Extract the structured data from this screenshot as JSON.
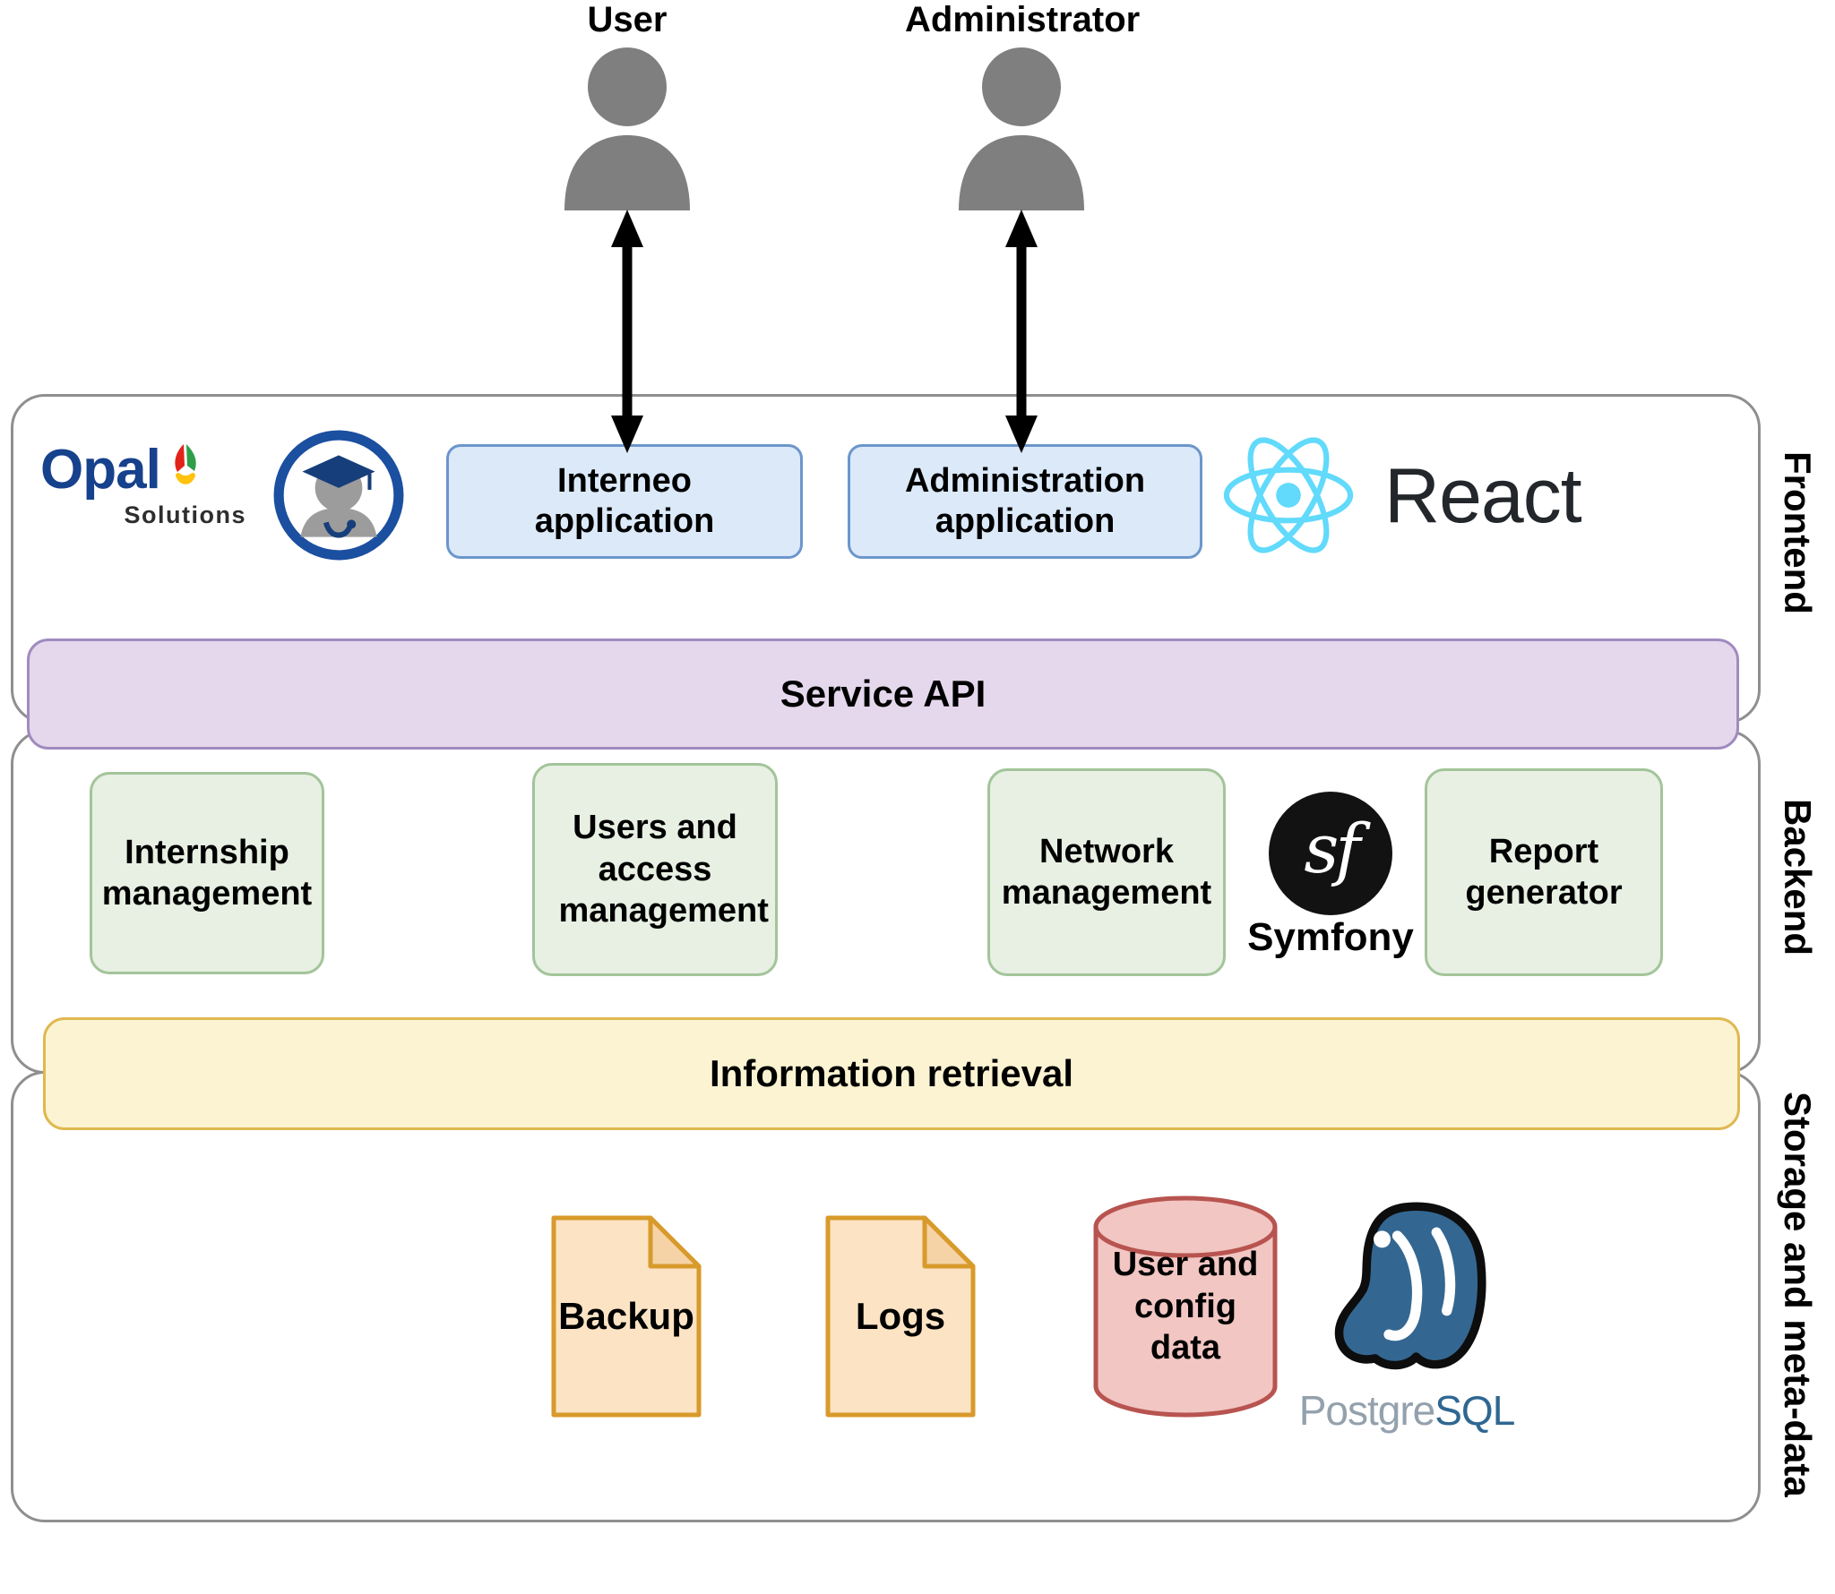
{
  "actors": [
    {
      "label": "User"
    },
    {
      "label": "Administrator"
    }
  ],
  "frontend": {
    "layer_label": "Frontend",
    "opal_logo": {
      "name": "Opal",
      "subtitle": "Solutions"
    },
    "apps": [
      {
        "label": "Interneo application"
      },
      {
        "label": "Administration application"
      }
    ],
    "react_logo": {
      "label": "React"
    }
  },
  "service_api": {
    "label": "Service API"
  },
  "backend": {
    "layer_label": "Backend",
    "modules": [
      {
        "label": "Internship management"
      },
      {
        "label": "Users and access management"
      },
      {
        "label": "Network management"
      },
      {
        "label": "Report generator"
      }
    ],
    "symfony_logo": {
      "monogram": "sf",
      "label": "Symfony"
    }
  },
  "information_retrieval": {
    "label": "Information retrieval"
  },
  "storage": {
    "layer_label": "Storage and meta-data",
    "files": [
      {
        "label": "Backup"
      },
      {
        "label": "Logs"
      }
    ],
    "database": {
      "label": "User and config data"
    },
    "postgresql_logo": {
      "label_gray": "Postgre",
      "label_blue": "SQL"
    }
  },
  "colors": {
    "app_box_fill": "#dbe9f9",
    "app_box_border": "#6c96cc",
    "service_api_fill": "#e5d8ec",
    "service_api_border": "#a08bbf",
    "module_fill": "#e7f0e3",
    "module_border": "#a3c49a",
    "info_bar_fill": "#fcf3d2",
    "info_bar_border": "#dfb950",
    "file_fill": "#fbe3c4",
    "file_fold": "#f5d3a6",
    "file_border": "#d89a2b",
    "db_fill": "#f2c6c2",
    "db_border": "#b85450",
    "react_blue": "#61dafb",
    "actor_gray": "#7f7f7f",
    "postgres_blue": "#336791"
  }
}
